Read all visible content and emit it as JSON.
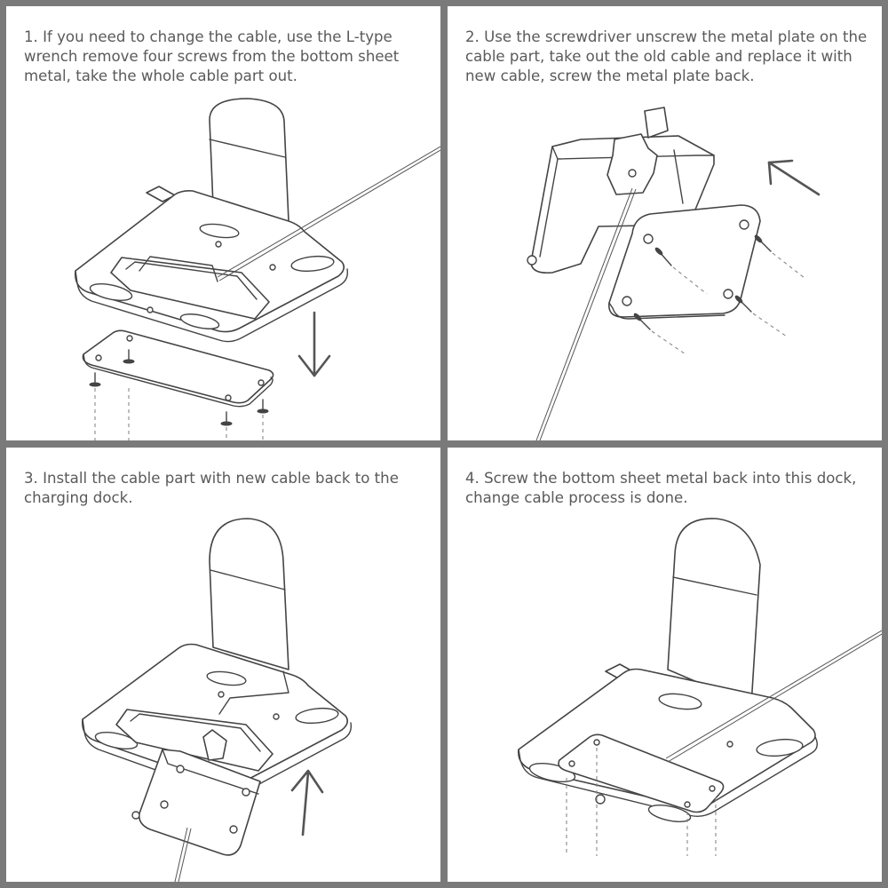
{
  "steps": [
    {
      "caption": "1. If you need to change the cable, use the L-type wrench remove four screws from the bottom sheet metal, take the whole cable part out."
    },
    {
      "caption": "2. Use the screwdriver unscrew the metal plate on the cable part, take out the old cable and replace it with new cable, screw the metal plate back."
    },
    {
      "caption": "3. Install the cable part with new cable back to the charging dock."
    },
    {
      "caption": "4. Screw the bottom sheet metal back into this dock, change cable process is done."
    }
  ],
  "arrows": {
    "step1": "down-arrow",
    "step2": "up-left-arrow",
    "step3": "up-arrow"
  }
}
